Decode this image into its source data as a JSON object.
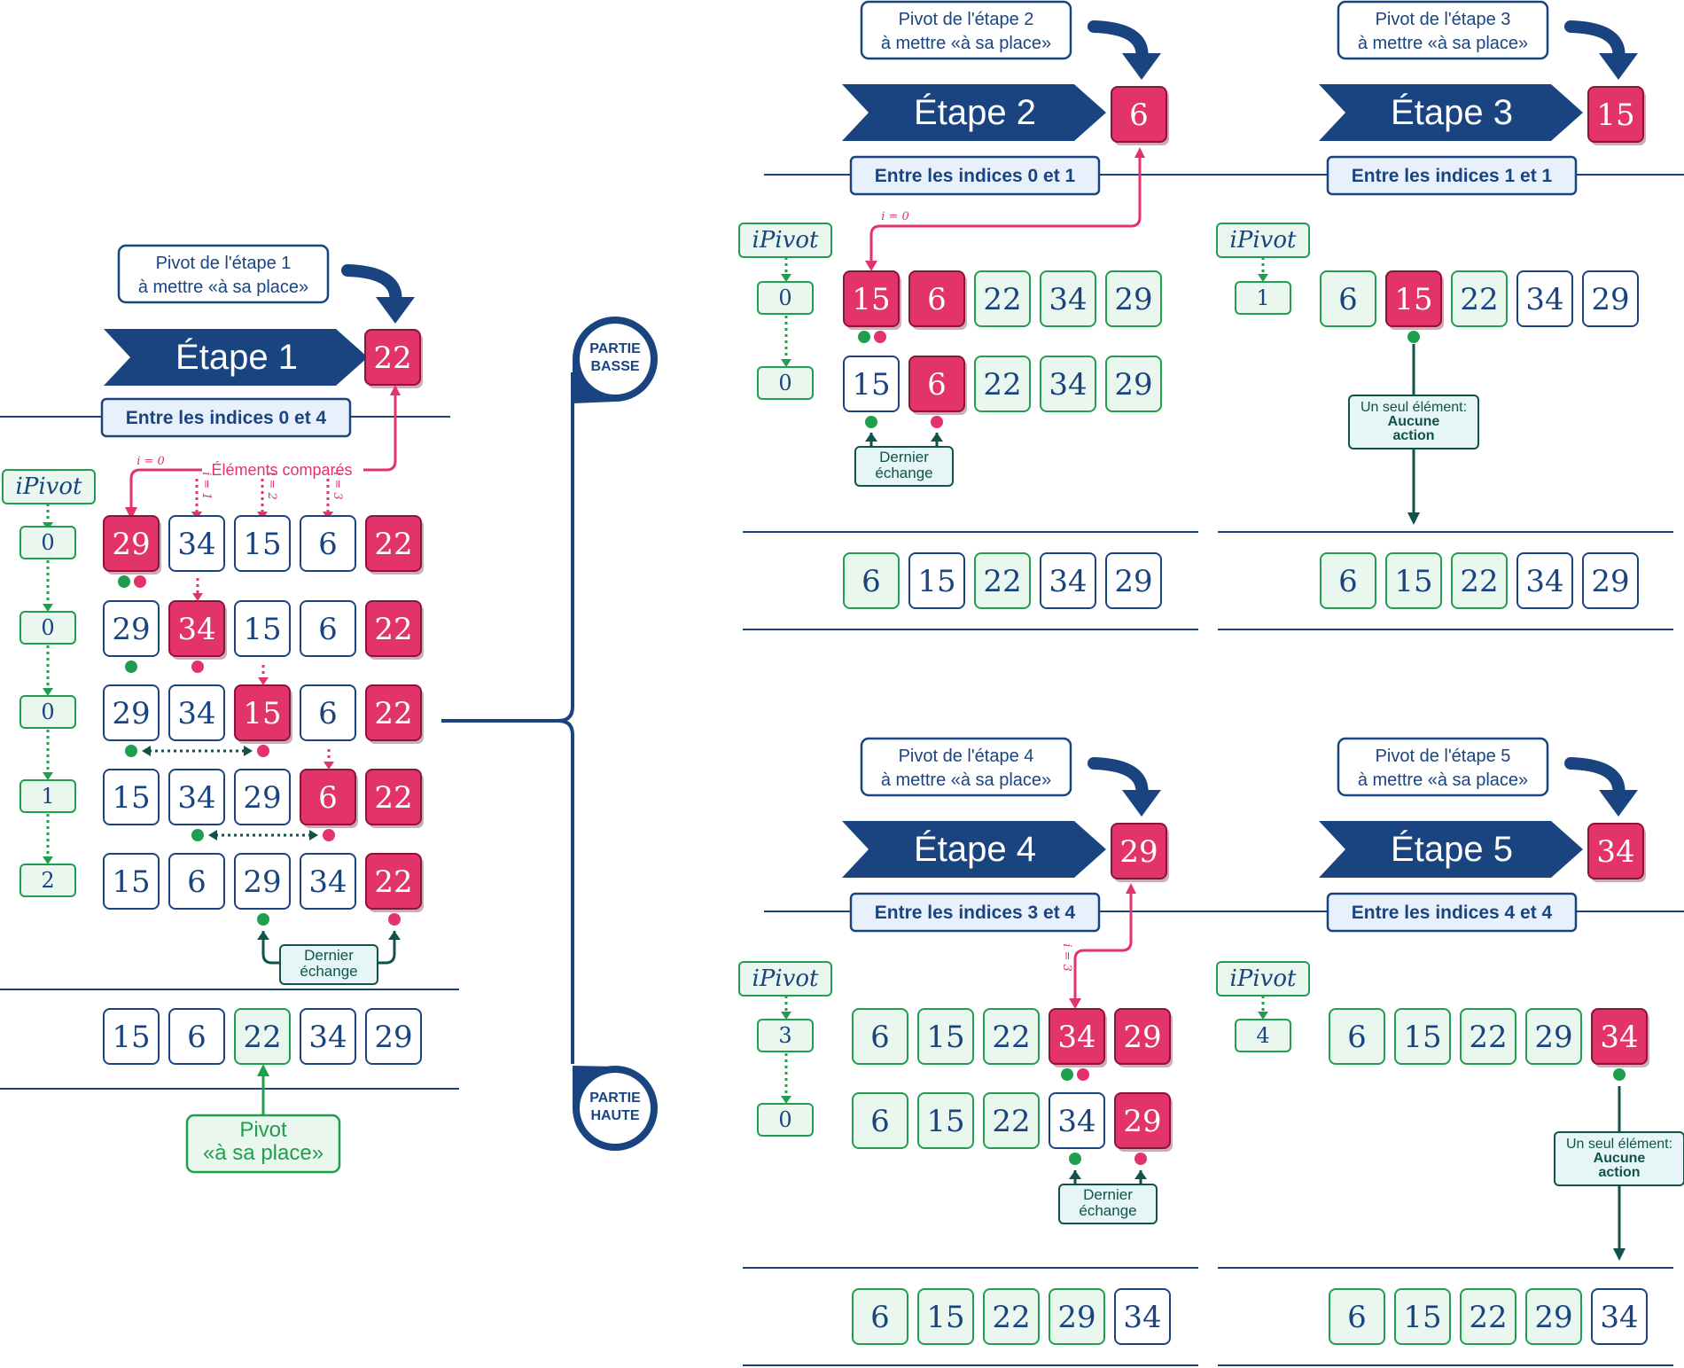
{
  "colors": {
    "navy": "#1a4480",
    "pink": "#e2336b",
    "green": "#1f9e4e",
    "green_fill": "#eaf7ee",
    "light_blue": "#e8f1fb",
    "teal_fill": "#e6f6f6",
    "dark_teal": "#11524a"
  },
  "center": {
    "top_label": "PARTIE\nBASSE",
    "bottom_label": "PARTIE\nHAUTE"
  },
  "ipivot_label": "iPivot",
  "steps": [
    {
      "title": "Étape 1",
      "range": "Entre les indices 0 et 4",
      "pivot_callout": "Pivot de l'étape 1\nà mettre «à sa place»",
      "pivot": "22",
      "ipivots": [
        "0",
        "0",
        "0",
        "1",
        "2"
      ],
      "rows": [
        [
          "29",
          "34",
          "15",
          "6",
          "22"
        ],
        [
          "29",
          "34",
          "15",
          "6",
          "22"
        ],
        [
          "29",
          "34",
          "15",
          "6",
          "22"
        ],
        [
          "15",
          "34",
          "29",
          "6",
          "22"
        ],
        [
          "15",
          "6",
          "29",
          "34",
          "22"
        ]
      ],
      "i_labels": [
        "i = 0",
        "i = 1",
        "i = 2",
        "i = 3"
      ],
      "compared_label": "Éléments comparés",
      "last_swap": "Dernier\néchange",
      "result": [
        "15",
        "6",
        "22",
        "34",
        "29"
      ],
      "pivot_in_place": "Pivot\n«à sa place»"
    },
    {
      "title": "Étape 2",
      "range": "Entre les indices 0 et 1",
      "pivot_callout": "Pivot de l'étape 2\nà mettre «à sa place»",
      "pivot": "6",
      "ipivots": [
        "0",
        "0"
      ],
      "rows": [
        [
          "15",
          "6",
          "22",
          "34",
          "29"
        ],
        [
          "15",
          "6",
          "22",
          "34",
          "29"
        ]
      ],
      "i_labels": [
        "i = 0"
      ],
      "last_swap": "Dernier\néchange",
      "result": [
        "6",
        "15",
        "22",
        "34",
        "29"
      ]
    },
    {
      "title": "Étape 3",
      "range": "Entre les indices 1 et 1",
      "pivot_callout": "Pivot de l'étape 3\nà mettre «à sa place»",
      "pivot": "15",
      "ipivots": [
        "1"
      ],
      "rows": [
        [
          "6",
          "15",
          "22",
          "34",
          "29"
        ]
      ],
      "single_note": "Un seul élément:\nAucune\naction",
      "result": [
        "6",
        "15",
        "22",
        "34",
        "29"
      ]
    },
    {
      "title": "Étape 4",
      "range": "Entre les indices 3 et 4",
      "pivot_callout": "Pivot de l'étape 4\nà mettre «à sa place»",
      "pivot": "29",
      "ipivots": [
        "3",
        "0"
      ],
      "rows": [
        [
          "6",
          "15",
          "22",
          "34",
          "29"
        ],
        [
          "6",
          "15",
          "22",
          "34",
          "29"
        ]
      ],
      "i_labels": [
        "i = 3"
      ],
      "last_swap": "Dernier\néchange",
      "result": [
        "6",
        "15",
        "22",
        "29",
        "34"
      ]
    },
    {
      "title": "Étape 5",
      "range": "Entre les indices 4 et 4",
      "pivot_callout": "Pivot de l'étape 5\nà mettre «à sa place»",
      "pivot": "34",
      "ipivots": [
        "4"
      ],
      "rows": [
        [
          "6",
          "15",
          "22",
          "29",
          "34"
        ]
      ],
      "single_note": "Un seul élément:\nAucune\naction",
      "result": [
        "6",
        "15",
        "22",
        "29",
        "34"
      ]
    }
  ]
}
